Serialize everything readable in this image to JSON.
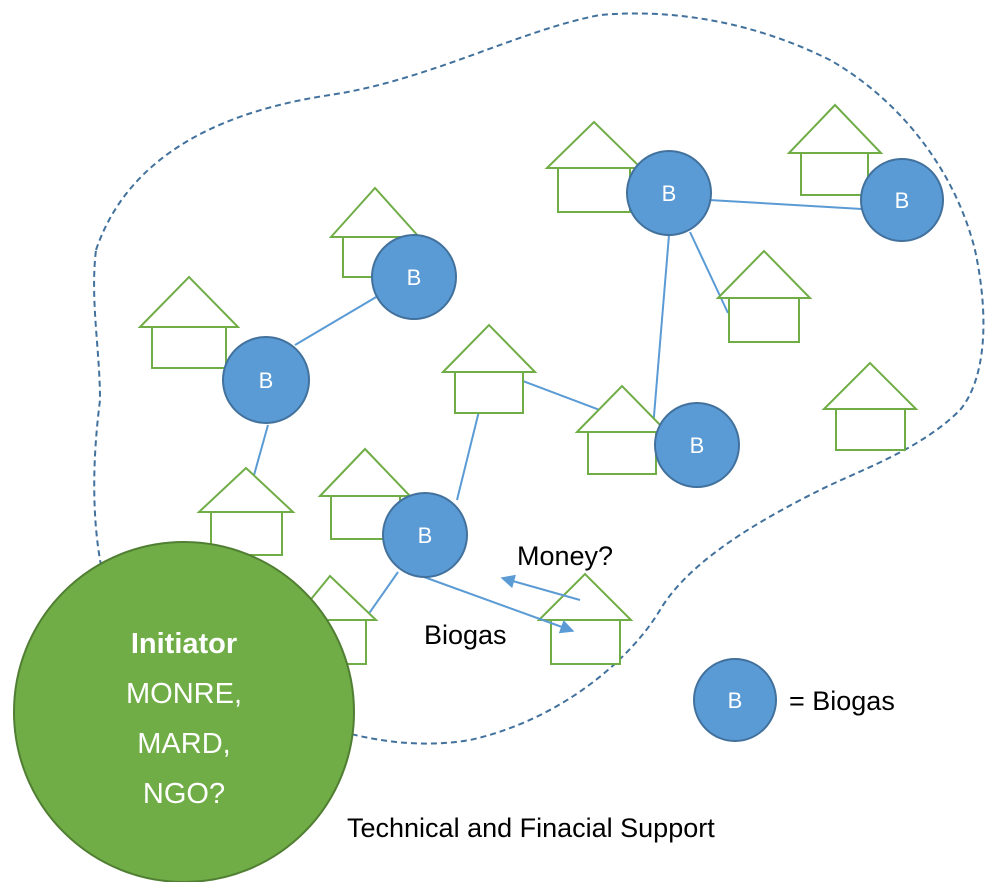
{
  "biogas_marker": "B",
  "houses_count_hint": "",
  "labels": {
    "money": "Money?",
    "biogas_flow": "Biogas",
    "legend_equals": "= Biogas",
    "support": "Technical and Finacial Support"
  },
  "initiator": {
    "title": "Initiator",
    "line1": "MONRE,",
    "line2": "MARD,",
    "line3": "NGO?"
  },
  "colors": {
    "boundary": "#41719c",
    "house_stroke": "#70ad47",
    "biogas_fill": "#5b9bd5",
    "biogas_stroke": "#41719c",
    "initiator_fill": "#70ad47",
    "initiator_stroke": "#507e32",
    "text_dark": "#000000",
    "text_light": "#ffffff"
  },
  "icons": {
    "house": "house-outline-icon",
    "biogas": "biogas-circle-icon"
  }
}
